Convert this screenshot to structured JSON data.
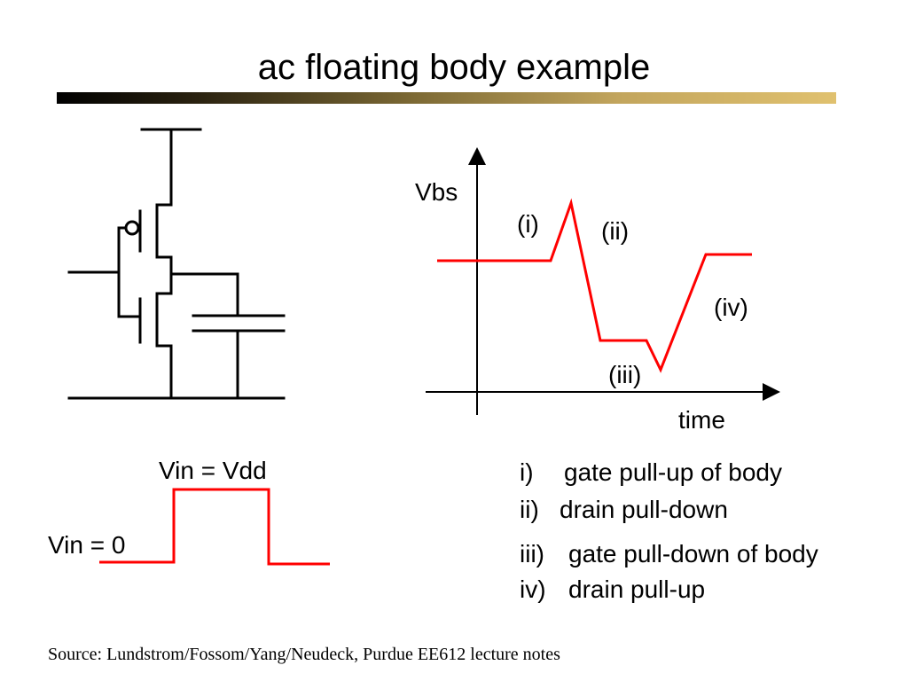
{
  "slide": {
    "title": "ac floating body example",
    "source": "Source: Lundstrom/Fossom/Yang/Neudeck, Purdue EE612 lecture notes"
  },
  "vbs_plot": {
    "ylabel": "Vbs",
    "xlabel": "time",
    "phase_labels": {
      "i": "(i)",
      "ii": "(ii)",
      "iii": "(iii)",
      "iv": "(iv)"
    }
  },
  "input_waveform": {
    "high_label": "Vin = Vdd",
    "low_label": "Vin = 0"
  },
  "legend": {
    "items": [
      {
        "marker": "i)",
        "text": "gate pull-up of body"
      },
      {
        "marker": "ii)",
        "text": "drain pull-down"
      },
      {
        "marker": "iii)",
        "text": "gate pull-down of body"
      },
      {
        "marker": "iv)",
        "text": "drain pull-up"
      }
    ]
  },
  "colors": {
    "waveform": "#ff0000",
    "circuit": "#000000",
    "title_rule_start": "#000000",
    "title_rule_end": "#e0c16f"
  }
}
